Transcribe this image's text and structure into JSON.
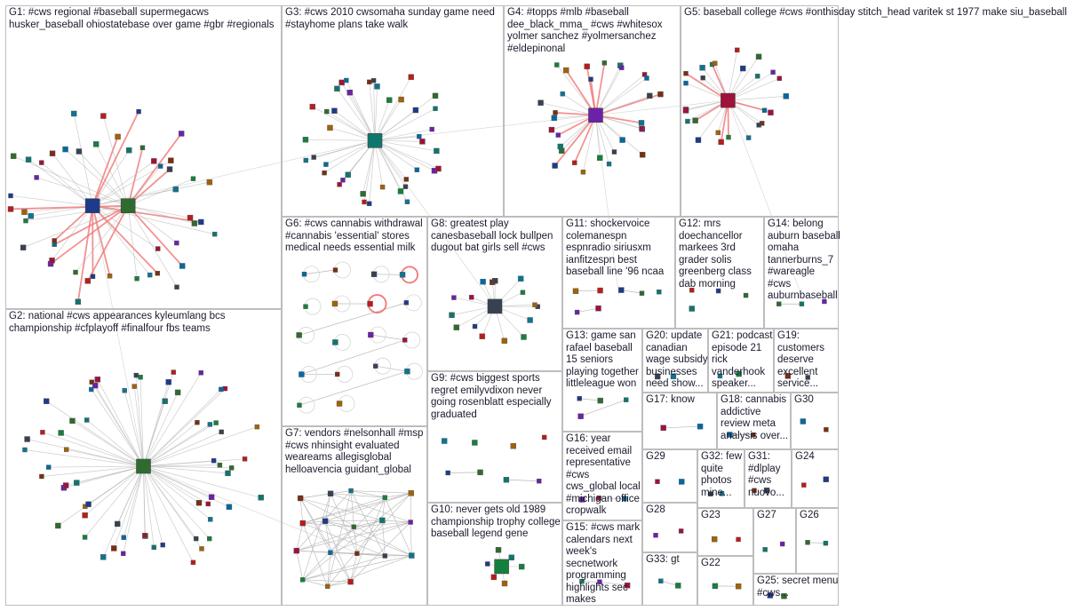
{
  "graph": {
    "colors": {
      "edge": "#b8b8b8",
      "edge_highlight": "#f07878",
      "box_border": "#bdbdbd",
      "label_text": "#1a1a2e",
      "node_palette": [
        "#1e3a8a",
        "#2f6b2f",
        "#0f766e",
        "#6b21a8",
        "#9f1239",
        "#0369a1",
        "#7c2d12",
        "#374151",
        "#0e7490",
        "#15803d",
        "#a16207",
        "#b91c1c"
      ]
    },
    "groups": [
      {
        "id": "G1",
        "label": "G1: #cws regional #baseball supermegacws husker_baseball ohiostatebase over game #gbr #regionals",
        "node_count": 48,
        "hub": true,
        "hub_count": 2,
        "highlight_edges": true
      },
      {
        "id": "G2",
        "label": "G2: national #cws appearances kyleumlang bcs championship #cfplayoff #finalfour fbs teams",
        "node_count": 62,
        "hub": true,
        "hub_count": 1
      },
      {
        "id": "G3",
        "label": "G3: #cws 2010 cwsomaha sunday game need #stayhome plans take walk",
        "node_count": 40,
        "hub": true,
        "hub_count": 1
      },
      {
        "id": "G4",
        "label": "G4: #topps #mlb #baseball dee_black_mma_ #cws #whitesox yolmer sanchez #yolmersanchez #eldepinonal",
        "node_count": 30,
        "hub": true,
        "hub_count": 1,
        "highlight_edges": true
      },
      {
        "id": "G5",
        "label": "G5: baseball college #cws #onthisday stitch_head varitek st 1977 make siu_baseball",
        "node_count": 26,
        "hub": true,
        "hub_count": 1,
        "highlight_edges": true
      },
      {
        "id": "G6",
        "label": "G6: #cws cannabis withdrawal #cannabis 'essential' stores medical needs essential milk",
        "node_count": 18,
        "hub": false,
        "self_loops": true
      },
      {
        "id": "G7",
        "label": "G7: vendors #nelsonhall #msp #cws nhinsight evaluated weareams allegisglobal helloavencia guidant_global",
        "node_count": 18,
        "hub": false,
        "dense": true
      },
      {
        "id": "G8",
        "label": "G8: greatest play canesbaseball lock bullpen dugout bat girls sell #cws",
        "node_count": 16,
        "hub": true,
        "hub_count": 1
      },
      {
        "id": "G9",
        "label": "G9: #cws biggest sports regret emilyvdixon never going rosenblatt especially graduated",
        "node_count": 8,
        "hub": false
      },
      {
        "id": "G10",
        "label": "G10: never gets old 1989 championship trophy college baseball legend gene",
        "node_count": 6,
        "hub": true,
        "hub_count": 1
      },
      {
        "id": "G11",
        "label": "G11: shockervoice colemanespn espnradio siriusxm ianfitzespn best baseball line '96 ncaa",
        "node_count": 7,
        "hub": false
      },
      {
        "id": "G12",
        "label": "G12: mrs doechancellor markees 3rd grader solis greenberg class dab morning",
        "node_count": 4,
        "hub": false
      },
      {
        "id": "G13",
        "label": "G13: game san rafael baseball 15 seniors playing together littleleague won",
        "node_count": 4,
        "hub": false
      },
      {
        "id": "G14",
        "label": "G14: belong auburn baseball omaha tannerburns_7 #wareagle #cws auburnbaseball",
        "node_count": 3,
        "hub": false
      },
      {
        "id": "G15",
        "label": "G15: #cws mark calendars next week's secnetwork programming highlights sec makes",
        "node_count": 3,
        "hub": false
      },
      {
        "id": "G16",
        "label": "G16: year received email representative #cws cws_global local #michigan office cropwalk",
        "node_count": 3,
        "hub": false
      },
      {
        "id": "G17",
        "label": "G17: know",
        "node_count": 2,
        "hub": false
      },
      {
        "id": "G18",
        "label": "G18: cannabis addictive review meta analysis over...",
        "node_count": 2,
        "hub": false
      },
      {
        "id": "G19",
        "label": "G19: customers deserve excellent service...",
        "node_count": 2,
        "hub": false
      },
      {
        "id": "G20",
        "label": "G20: update canadian wage subsidy businesses need show...",
        "node_count": 2,
        "hub": false
      },
      {
        "id": "G21",
        "label": "G21: podcast episode 21 rick vanderhook speaker...",
        "node_count": 2,
        "hub": false
      },
      {
        "id": "G22",
        "label": "G22",
        "node_count": 2,
        "hub": false
      },
      {
        "id": "G23",
        "label": "G23",
        "node_count": 2,
        "hub": false
      },
      {
        "id": "G24",
        "label": "G24",
        "node_count": 2,
        "hub": false
      },
      {
        "id": "G25",
        "label": "G25: secret menu #cws...",
        "node_count": 2,
        "hub": false
      },
      {
        "id": "G26",
        "label": "G26",
        "node_count": 2,
        "hub": false
      },
      {
        "id": "G27",
        "label": "G27",
        "node_count": 2,
        "hub": false
      },
      {
        "id": "G28",
        "label": "G28",
        "node_count": 2,
        "hub": false
      },
      {
        "id": "G29",
        "label": "G29",
        "node_count": 2,
        "hub": false
      },
      {
        "id": "G30",
        "label": "G30",
        "node_count": 2,
        "hub": false
      },
      {
        "id": "G31",
        "label": "G31: #dlplay #cws nuovo...",
        "node_count": 2,
        "hub": false
      },
      {
        "id": "G32",
        "label": "G32: few quite photos mine...",
        "node_count": 2,
        "hub": false
      },
      {
        "id": "G33",
        "label": "G33: gt",
        "node_count": 2,
        "hub": false
      }
    ]
  }
}
